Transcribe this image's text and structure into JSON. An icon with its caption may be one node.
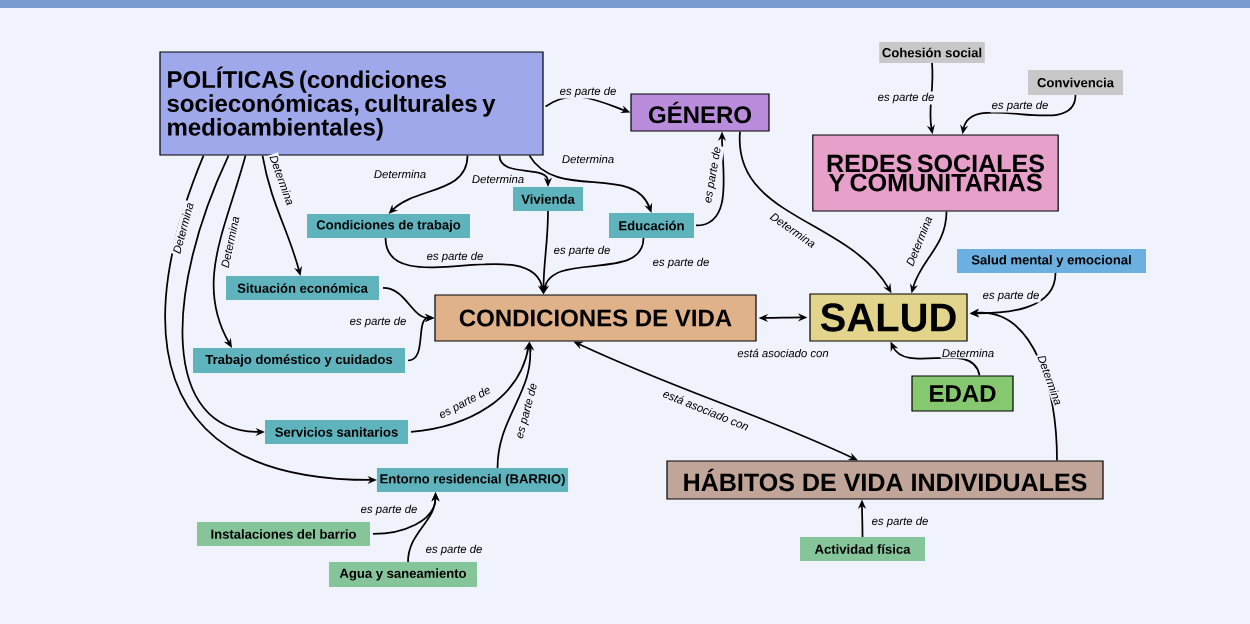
{
  "diagram": {
    "nodes": [
      {
        "text": [
          "POLÍTICAS (condiciones socieconómicas, culturales y medioambientales)"
        ]
      },
      {
        "text": [
          "GÉNERO"
        ]
      },
      {
        "text": [
          "Cohesión social"
        ]
      },
      {
        "text": [
          "Convivencia"
        ]
      },
      {
        "text": [
          "REDES SOCIALES Y COMUNITARIAS"
        ]
      },
      {
        "text": [
          "Vivienda"
        ]
      },
      {
        "text": [
          "Condiciones de trabajo"
        ]
      },
      {
        "text": [
          "Educación"
        ]
      },
      {
        "text": [
          "Situación económica"
        ]
      },
      {
        "text": [
          "Salud mental y emocional"
        ]
      },
      {
        "text": [
          "CONDICIONES DE VIDA"
        ]
      },
      {
        "text": [
          "SALUD"
        ]
      },
      {
        "text": [
          "Trabajo doméstico y cuidados"
        ]
      },
      {
        "text": [
          "EDAD"
        ]
      },
      {
        "text": [
          "Servicios sanitarios"
        ]
      },
      {
        "text": [
          "HÁBITOS DE VIDA INDIVIDUALES"
        ]
      },
      {
        "text": [
          "Entorno residencial (BARRIO)"
        ]
      },
      {
        "text": [
          "Instalaciones del barrio"
        ]
      },
      {
        "text": [
          "Agua y saneamiento"
        ]
      },
      {
        "text": [
          "Actividad física"
        ]
      }
    ],
    "edges": [
      {
        "from": 0,
        "to": 1,
        "arrow": "to",
        "label": "es parte de"
      },
      {
        "from": 0,
        "to": 6,
        "arrow": "to",
        "label": "Determina"
      },
      {
        "from": 0,
        "to": 5,
        "arrow": "to",
        "label": "Determina"
      },
      {
        "from": 0,
        "to": 7,
        "arrow": "to",
        "label": "Determina"
      },
      {
        "from": 0,
        "to": 8,
        "arrow": "to",
        "label": "Determina"
      },
      {
        "from": 0,
        "to": 12,
        "arrow": "to",
        "label": "Determina"
      },
      {
        "from": 0,
        "to": 14,
        "arrow": "to"
      },
      {
        "from": 0,
        "to": 16,
        "arrow": "to",
        "label": "Determina"
      },
      {
        "from": 7,
        "to": 1,
        "arrow": "to",
        "label": "es parte de"
      },
      {
        "from": 6,
        "to": 10,
        "arrow": "to",
        "label": "es parte de"
      },
      {
        "from": 5,
        "to": 10,
        "arrow": "to",
        "label": "es parte de"
      },
      {
        "from": 7,
        "to": 10,
        "arrow": "to",
        "label": "es parte de"
      },
      {
        "from": 8,
        "to": 10,
        "arrow": "to"
      },
      {
        "from": 12,
        "to": 10,
        "arrow": "to",
        "label": "es parte de"
      },
      {
        "from": 14,
        "to": 10,
        "arrow": "to",
        "label": "es parte de"
      },
      {
        "from": 16,
        "to": 10,
        "arrow": "to",
        "label": "es parte de"
      },
      {
        "from": 17,
        "to": 16,
        "arrow": "to",
        "label": "es parte de"
      },
      {
        "from": 18,
        "to": 16,
        "arrow": "to",
        "label": "es parte de"
      },
      {
        "from": 10,
        "to": 15,
        "arrow": "both",
        "label": "está asociado con"
      },
      {
        "from": 10,
        "to": 11,
        "arrow": "both",
        "label": "está asociado con"
      },
      {
        "from": 1,
        "to": 11,
        "arrow": "to",
        "label": "Determina"
      },
      {
        "from": 4,
        "to": 11,
        "arrow": "to",
        "label": "Determina"
      },
      {
        "from": 2,
        "to": 4,
        "arrow": "to",
        "label": "es parte de"
      },
      {
        "from": 3,
        "to": 4,
        "arrow": "to",
        "label": "es parte de"
      },
      {
        "from": 9,
        "to": 11,
        "arrow": "to",
        "label": "es parte de"
      },
      {
        "from": 13,
        "to": 11,
        "arrow": "to",
        "label": "Determina"
      },
      {
        "from": 15,
        "to": 11,
        "arrow": "to",
        "label": "Determina"
      },
      {
        "from": 19,
        "to": 15,
        "arrow": "to",
        "label": "es parte de"
      }
    ]
  }
}
